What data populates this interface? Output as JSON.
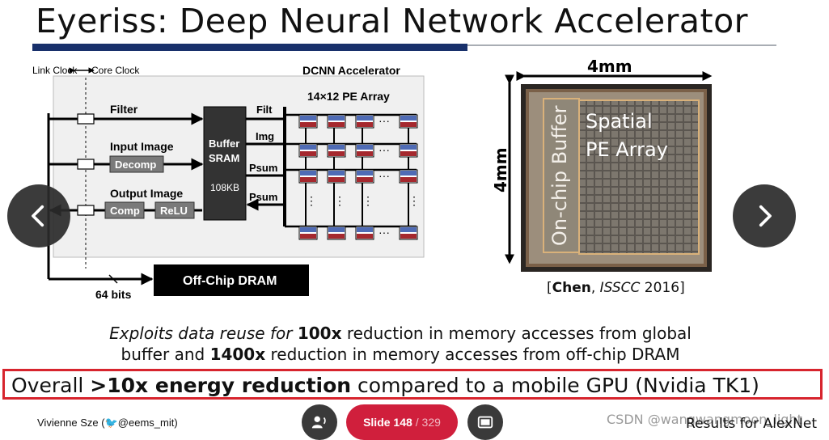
{
  "slide": {
    "title": "Eyeriss: Deep Neural Network Accelerator",
    "diagram": {
      "link_clock": "Link Clock",
      "core_clock": "Core Clock",
      "accelerator_label": "DCNN Accelerator",
      "pe_array_label": "14×12 PE Array",
      "filter": "Filter",
      "input_image": "Input Image",
      "output_image": "Output Image",
      "decomp": "Decomp",
      "comp": "Comp",
      "relu": "ReLU",
      "buffer_line1": "Buffer",
      "buffer_line2": "SRAM",
      "buffer_size": "108KB",
      "filt": "Filt",
      "img": "Img",
      "psum_1": "Psum",
      "psum_2": "Psum",
      "dots": "···",
      "vdots": "⋮",
      "offchip": "Off-Chip DRAM",
      "bits": "64 bits"
    },
    "die": {
      "width_label": "4mm",
      "height_label": "4mm",
      "buffer_label": "On-chip Buffer",
      "spatial_line1": "Spatial",
      "spatial_line2": "PE Array"
    },
    "citation": {
      "open": "[",
      "author": "Chen",
      "sep": ", ",
      "venue": "ISSCC",
      "year": " 2016]"
    },
    "body": {
      "l1_a": "Exploits data reuse for ",
      "l1_b": "100x",
      "l1_c": " reduction in memory accesses from global",
      "l2_a": "buffer and ",
      "l2_b": "1400x",
      "l2_c": " reduction in memory accesses from off-chip DRAM"
    },
    "highlight": {
      "a": "Overall ",
      "b": ">10x energy reduction",
      "c": " compared to a mobile GPU (Nvidia TK1)"
    },
    "footer": {
      "author": "Vivienne Sze (",
      "handle": "@eems_mit)"
    }
  },
  "player": {
    "slide_label": "Slide 148",
    "slide_total": "/ 329",
    "watermark": "CSDN @wangwangmoon_light",
    "next_title": "Results for AlexNet"
  },
  "colors": {
    "accent_red": "#d01f3c",
    "title_bar": "#18306b",
    "highlight_border": "#d7242d"
  }
}
